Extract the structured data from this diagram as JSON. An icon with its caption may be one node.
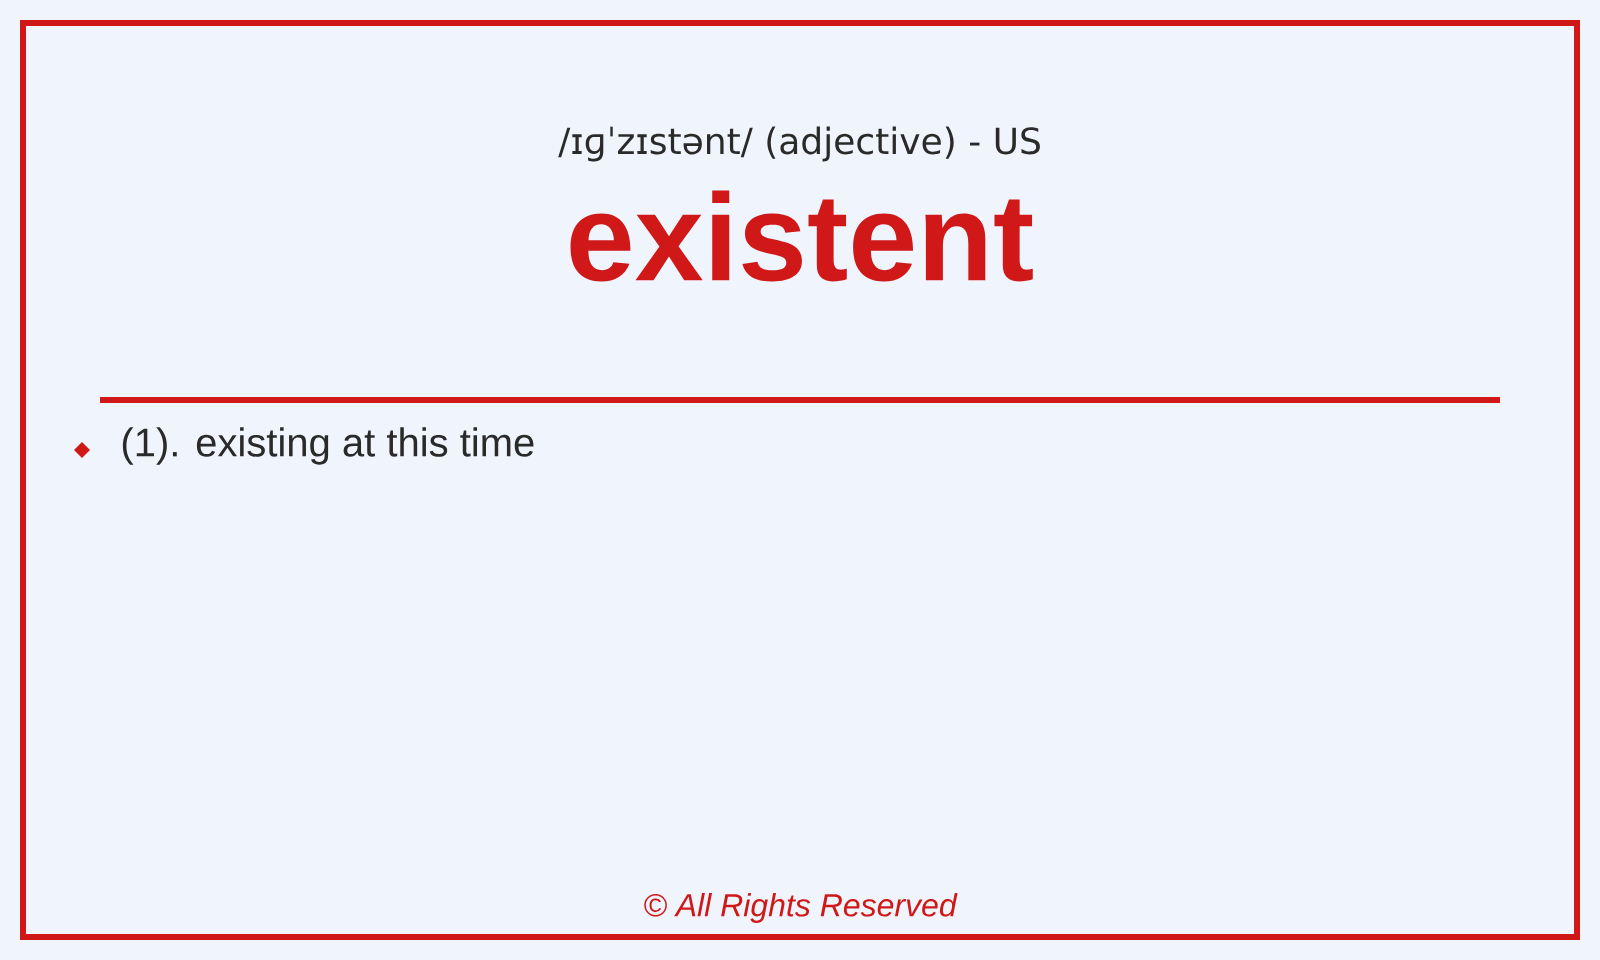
{
  "diagram": {
    "title": "existent",
    "labels": [
      "/ɪɡˈzɪstənt/ (adjective) - US",
      "(1). existing at this time",
      "© All Rights Reserved"
    ]
  }
}
